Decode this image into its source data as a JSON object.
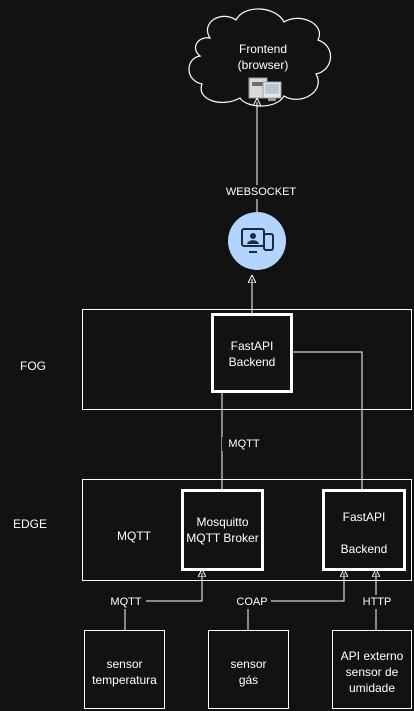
{
  "cloud": {
    "label": "Frontend\n(browser)",
    "icon": "computer-icon"
  },
  "websocket_label": "WEBSOCKET",
  "monitor_icon": {
    "icon": "devices-monitor-icon",
    "color": "#b3d4ff"
  },
  "fog": {
    "label": "FOG",
    "fastapi_label": "FastAPI\nBackend"
  },
  "fog_edge_link_label": "MQTT",
  "edge": {
    "label": "EDGE",
    "mqtt_label": "MQTT",
    "broker_label": "Mosquitto\nMQTT Broker",
    "fastapi_label": "FastAPI\n\nBackend"
  },
  "links": {
    "mqtt": "MQTT",
    "coap": "COAP",
    "http": "HTTP"
  },
  "sensors": [
    {
      "label": "sensor\ntemperatura"
    },
    {
      "label": "sensor\ngás"
    },
    {
      "label": "API externo\nsensor de\numidade"
    }
  ],
  "colors": {
    "background": "#121212",
    "stroke": "#ffffff",
    "icon_circle": "#b3d4ff"
  }
}
